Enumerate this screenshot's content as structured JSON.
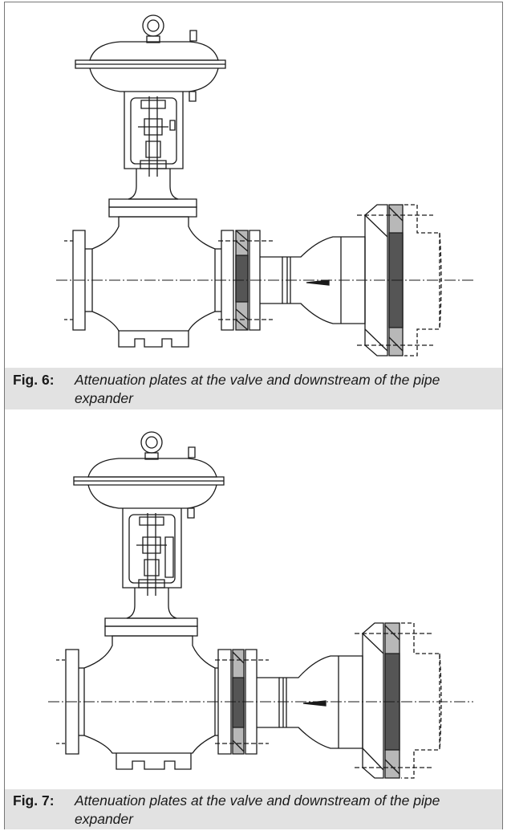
{
  "figures": [
    {
      "number": "Fig. 6:",
      "caption": "Attenuation plates at the valve and downstream of the pipe expander",
      "plates": "valve-and-downstream"
    },
    {
      "number": "Fig. 7:",
      "caption": "Attenuation plates at the valve and downstream of the pipe expander",
      "plates": "valve-and-downstream"
    }
  ],
  "colors": {
    "line": "#1a1a1a",
    "plate_fill": "#b8b8b8",
    "caption_band": "#e2e2e2"
  }
}
